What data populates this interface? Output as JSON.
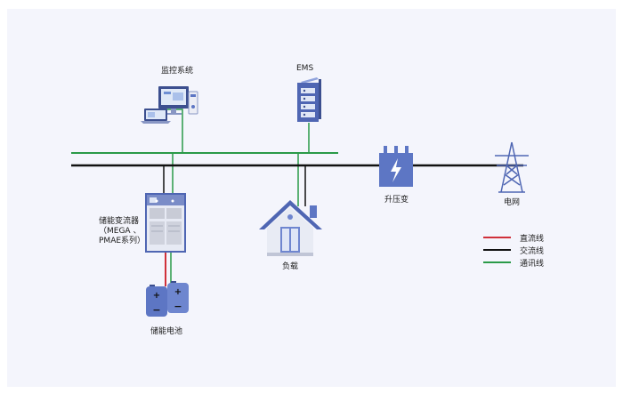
{
  "labels": {
    "monitoring": "监控系统",
    "ems": "EMS",
    "pcs_line1": "储能变流器",
    "pcs_line2": "（MEGA 、",
    "pcs_line3": "PMAE系列）",
    "battery": "储能电池",
    "load": "负载",
    "transformer": "升压变",
    "grid": "电网"
  },
  "legend": [
    {
      "label": "直流线",
      "color": "#d0303a"
    },
    {
      "label": "交流线",
      "color": "#111111"
    },
    {
      "label": "通讯线",
      "color": "#2a9a48"
    }
  ],
  "colors": {
    "dc_line": "#d0303a",
    "ac_line": "#111111",
    "comm_line": "#2a9a48",
    "device_blue": "#5d76c4",
    "device_dark": "#3c4f8f"
  },
  "icons": {
    "monitoring": "computer-workstation-icon",
    "ems": "server-rack-icon",
    "pcs": "inverter-cabinet-icon",
    "battery": "battery-icon",
    "load": "house-icon",
    "transformer": "transformer-icon",
    "grid": "transmission-tower-icon"
  }
}
